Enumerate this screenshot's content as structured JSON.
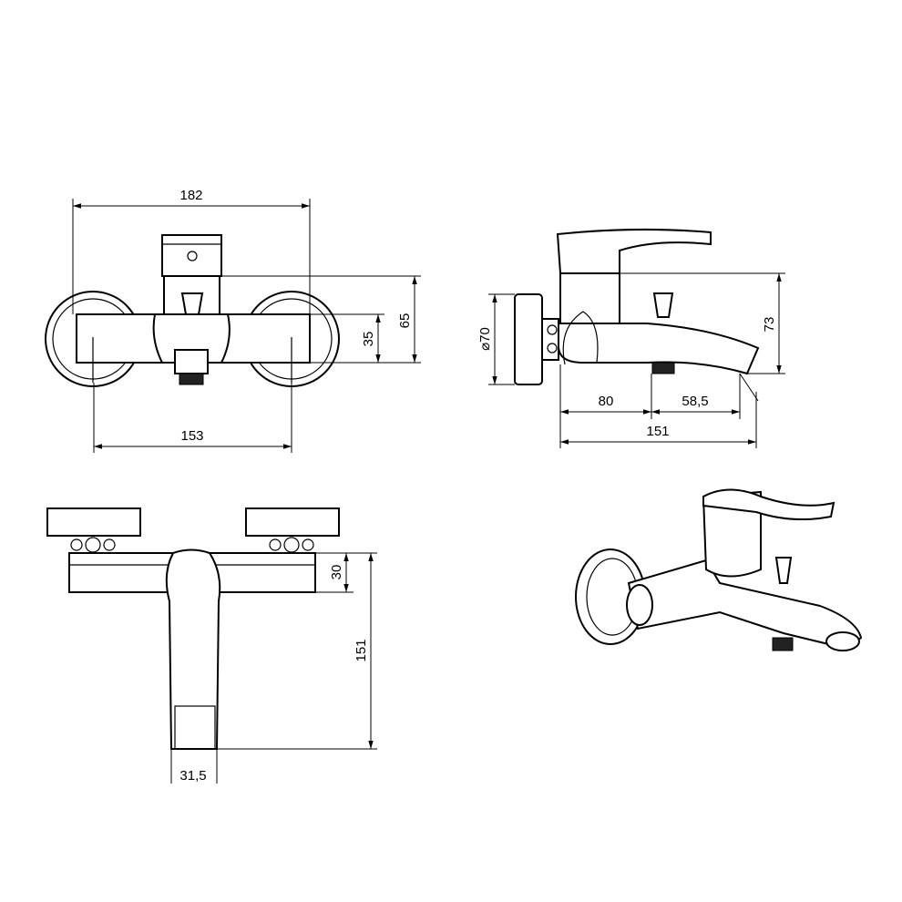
{
  "drawing": {
    "front_view": {
      "overall_width": "182",
      "height_total": "65",
      "height_bar": "35",
      "center_distance": "153"
    },
    "side_view": {
      "rosette_diameter": "⌀70",
      "height": "73",
      "wall_to_outlet": "80",
      "outlet_to_spout": "58,5",
      "projection": "151"
    },
    "bottom_view": {
      "body_depth": "30",
      "projection": "151",
      "spout_width": "31,5"
    }
  }
}
